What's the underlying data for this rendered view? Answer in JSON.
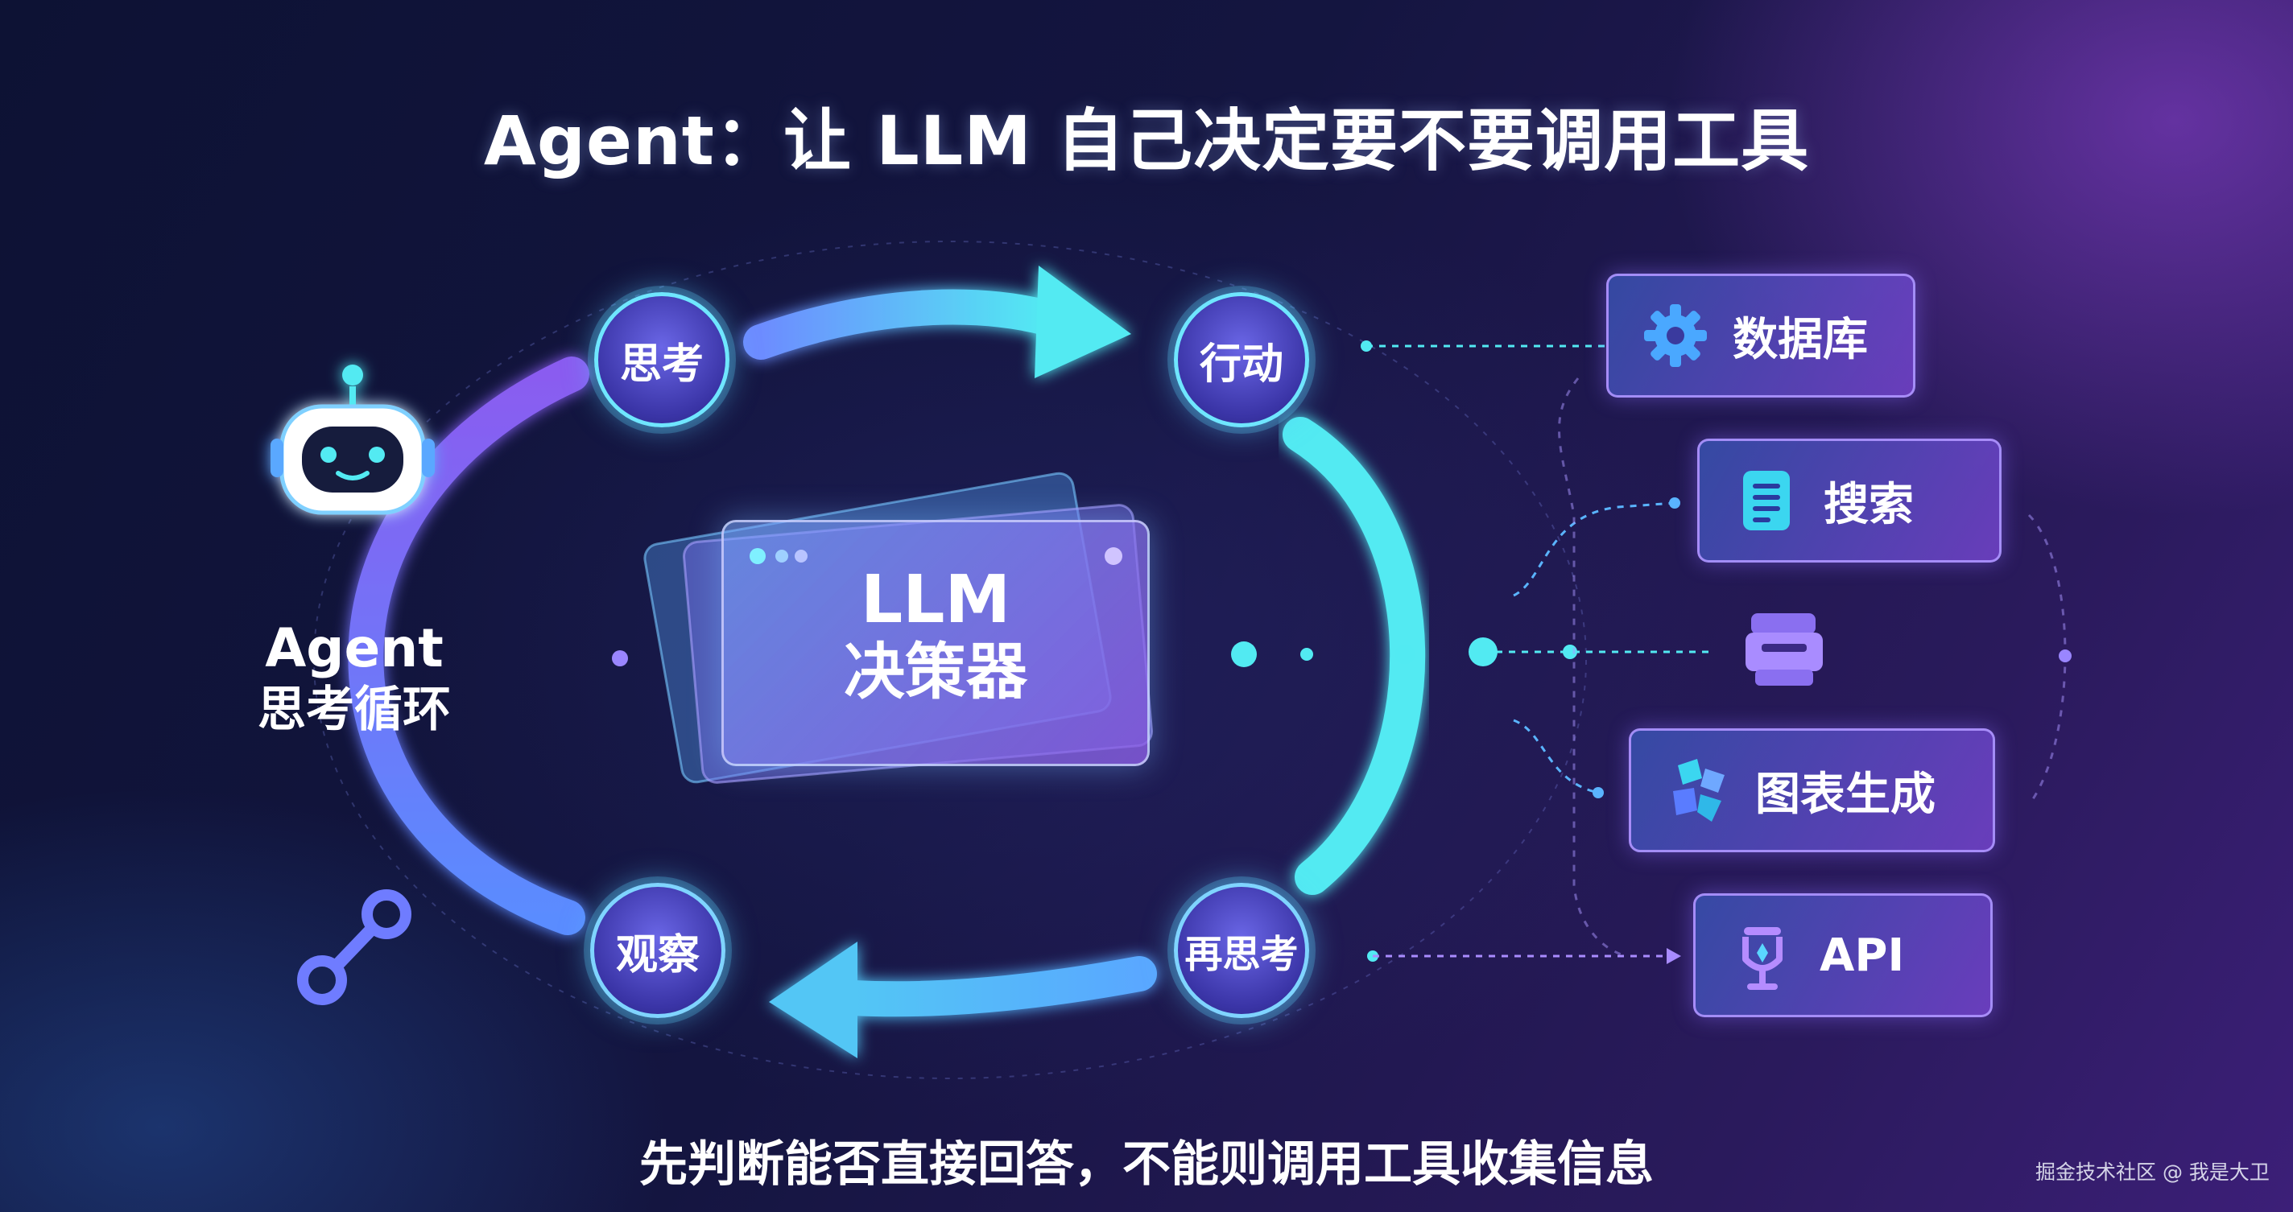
{
  "title": "Agent：让 LLM 自己决定要不要调用工具",
  "subtitle": "先判断能否直接回答，不能则调用工具收集信息",
  "watermark": "掘金技术社区 @ 我是大卫",
  "agent_label": {
    "line1": "Agent",
    "line2": "思考循环"
  },
  "center": {
    "line1": "LLM",
    "line2": "决策器"
  },
  "loop_nodes": {
    "think": "思考",
    "act": "行动",
    "observe": "观察",
    "rethink": "再思考"
  },
  "tools": {
    "database": {
      "label": "数据库",
      "icon": "gear-icon"
    },
    "search": {
      "label": "搜索",
      "icon": "document-icon"
    },
    "chart": {
      "label": "图表生成",
      "icon": "blocks-icon"
    },
    "api": {
      "label": "API",
      "icon": "api-icon"
    }
  },
  "decor_icons": [
    "robot-icon",
    "link-icon",
    "printer-icon"
  ],
  "colors": {
    "cyan": "#52eaf2",
    "blue": "#5aa8ff",
    "purple": "#8a5cf0",
    "violet": "#7a6ff0"
  }
}
